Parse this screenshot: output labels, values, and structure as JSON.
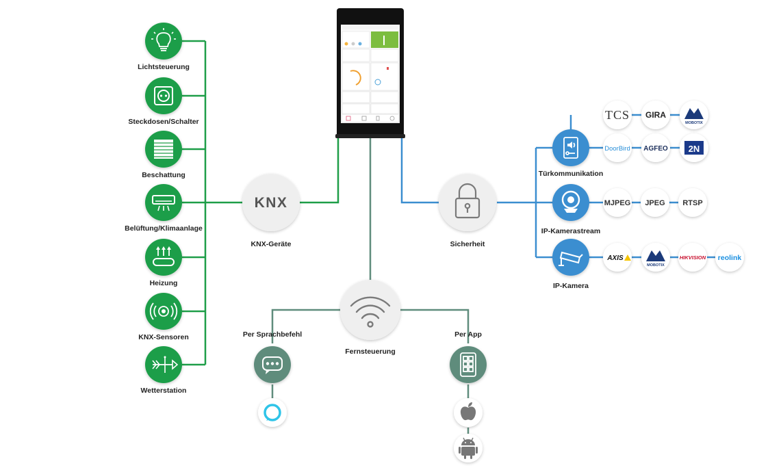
{
  "colors": {
    "green": "#1e9e48",
    "blue": "#3b8ed0",
    "teal": "#5f8c7c",
    "gray_node": "#efefef",
    "icon_gray": "#666666"
  },
  "knx_devices": [
    {
      "label": "Lichtsteuerung",
      "icon": "light-bulb-icon"
    },
    {
      "label": "Steckdosen/Schalter",
      "icon": "power-socket-icon"
    },
    {
      "label": "Beschattung",
      "icon": "blinds-icon"
    },
    {
      "label": "Belüftung/Klimaanlage",
      "icon": "air-conditioner-icon"
    },
    {
      "label": "Heizung",
      "icon": "heating-icon"
    },
    {
      "label": "KNX-Sensoren",
      "icon": "sensor-icon"
    },
    {
      "label": "Wetterstation",
      "icon": "weather-vane-icon"
    }
  ],
  "hubs": {
    "knx": {
      "label": "KNX-Geräte",
      "logo": "KNX"
    },
    "security": {
      "label": "Sicherheit",
      "icon": "padlock-icon"
    },
    "remote": {
      "label": "Fernsteuerung",
      "icon": "wifi-icon"
    }
  },
  "security_branches": [
    {
      "label": "Türkommunikation",
      "icon": "door-intercom-icon"
    },
    {
      "label": "IP-Kamerastream",
      "icon": "webcam-icon"
    },
    {
      "label": "IP-Kamera",
      "icon": "cctv-camera-icon"
    }
  ],
  "door_brands": [
    "TCS",
    "GIRA",
    "MOBOTIX",
    "DoorBird",
    "AGFEO",
    "2N"
  ],
  "stream_formats": [
    "MJPEG",
    "JPEG",
    "RTSP"
  ],
  "camera_brands": [
    "AXIS",
    "MOBOTIX",
    "HIKVISION",
    "reolink"
  ],
  "remote_branches": {
    "voice": {
      "label": "Per Sprachbefehl",
      "icon": "chat-bubble-icon",
      "sub": [
        "alexa-icon"
      ]
    },
    "app": {
      "label": "Per App",
      "icon": "app-grid-icon",
      "sub": [
        "apple-icon",
        "android-icon"
      ]
    }
  }
}
